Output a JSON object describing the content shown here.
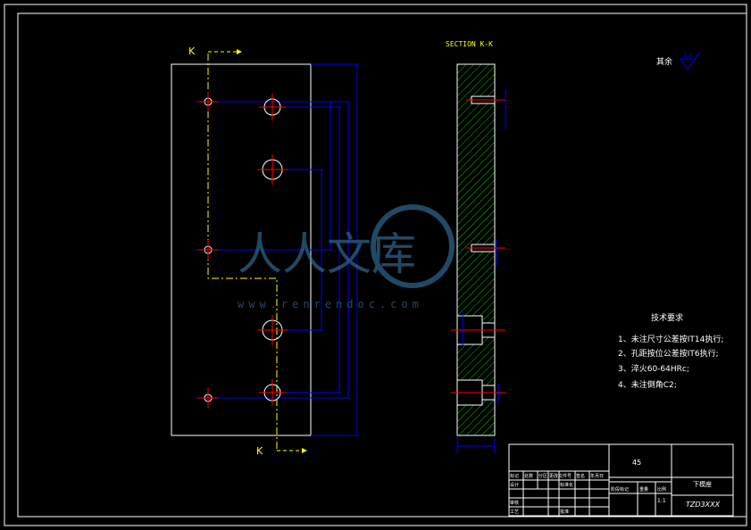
{
  "section_labels": {
    "cut_top": "K",
    "cut_bottom": "K",
    "section_title": "SECTION K-K"
  },
  "surface_finish": {
    "label": "其余",
    "value": "3.2"
  },
  "tech_requirements": {
    "title": "技术要求",
    "items": [
      "1、未注尺寸公差按IT14执行;",
      "2、孔距按位公差按IT6执行;",
      "3、淬火60-64HRc;",
      "4、未注倒角C2;"
    ]
  },
  "title_block": {
    "material": "45",
    "part_name": "下模座",
    "drawing_no": "TZD3XXX",
    "scale": "1:1",
    "headers": [
      "标记",
      "处数",
      "分区",
      "更改文件号",
      "签名",
      "年月日"
    ],
    "rows": [
      "设计",
      "审核",
      "工艺"
    ],
    "standardize": "标准化",
    "approve": "批准",
    "stage_mark": "阶段标记",
    "weight": "重量",
    "scale_label": "比例"
  },
  "watermark": {
    "text": "人人文库",
    "url": "www.renrendoc.com"
  },
  "colors": {
    "background": "#000000",
    "outline": "#ffffff",
    "dimension": "#0000ff",
    "centerline": "#ff0000",
    "cutline": "#ffff00",
    "hatch": "#00cc00"
  }
}
